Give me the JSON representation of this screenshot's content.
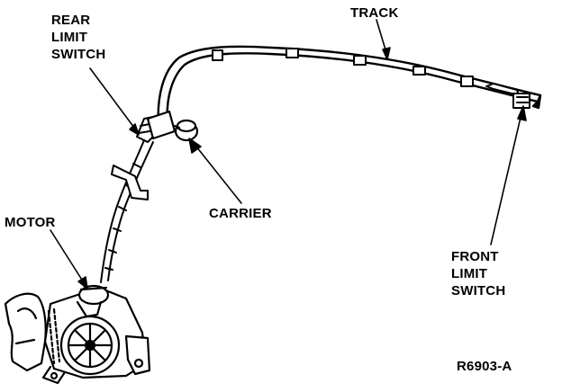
{
  "labels": {
    "track": "TRACK",
    "rear_limit_switch": [
      "REAR",
      "LIMIT",
      "SWITCH"
    ],
    "carrier": "CARRIER",
    "motor": "MOTOR",
    "front_limit_switch": [
      "FRONT",
      "LIMIT",
      "SWITCH"
    ],
    "figure_id": "R6903-A"
  }
}
